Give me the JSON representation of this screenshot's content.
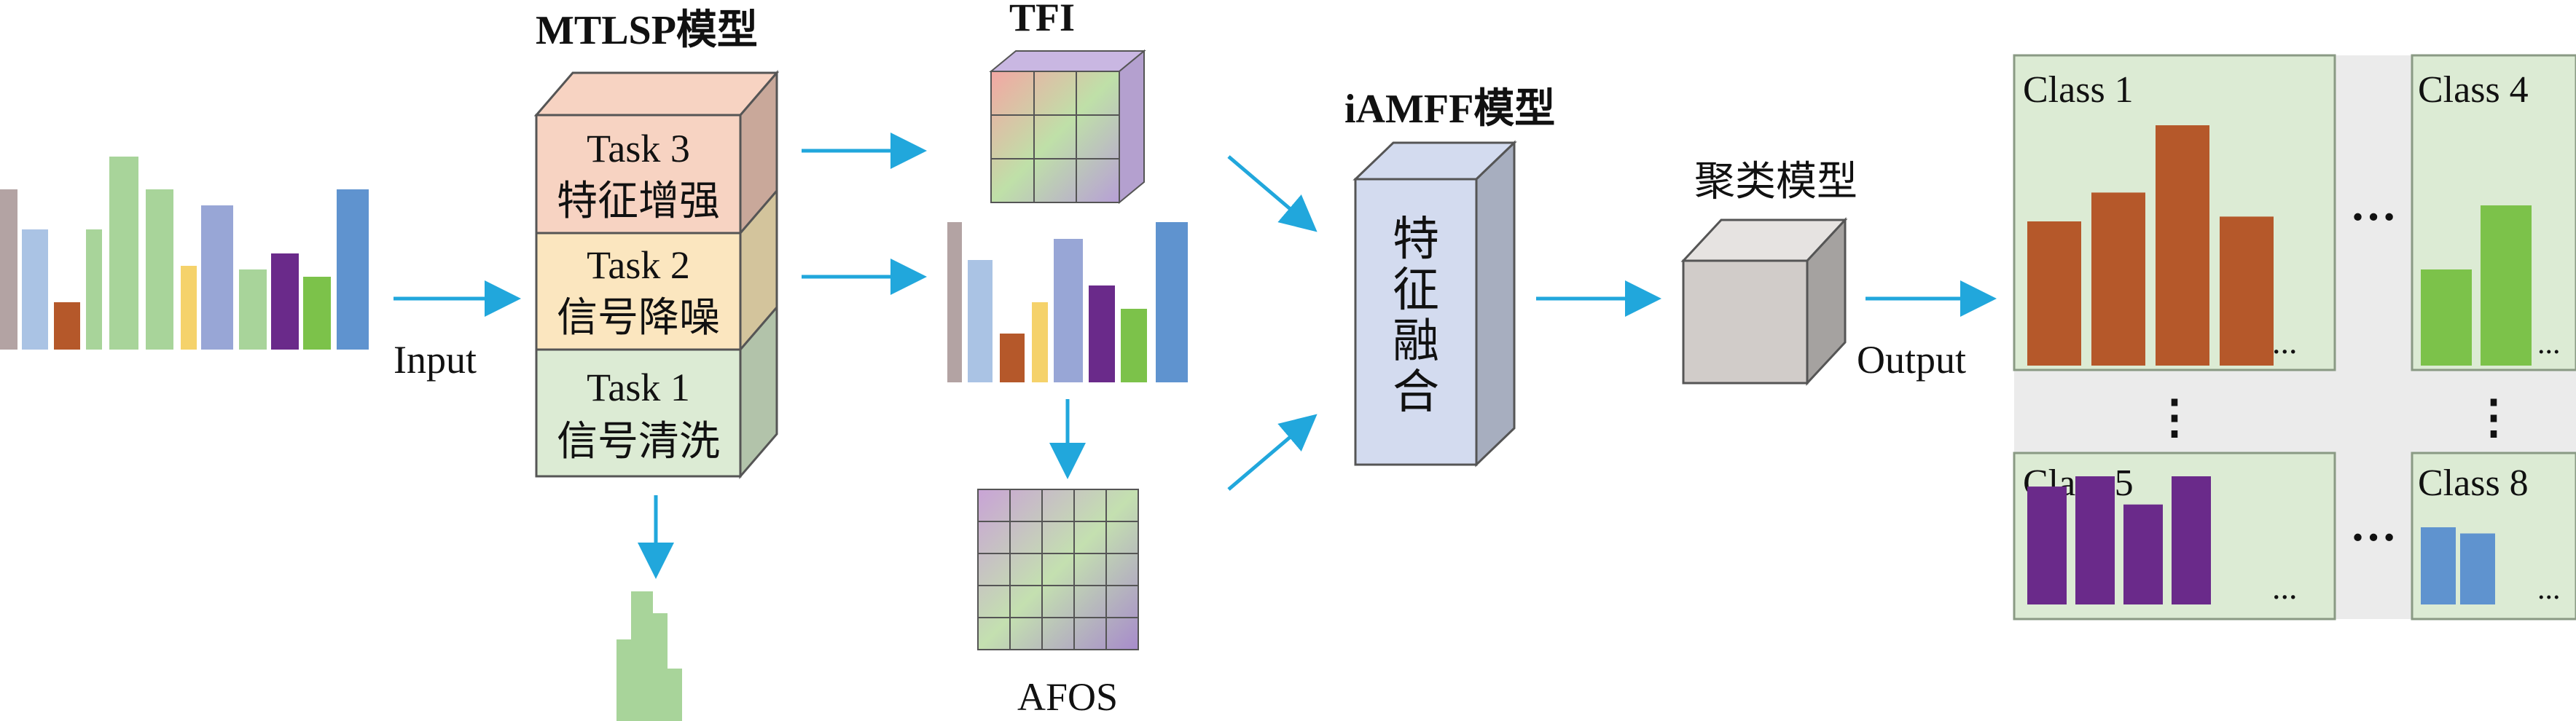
{
  "labels": {
    "mtlsp_title": "MTLSP模型",
    "tfi_title": "TFI",
    "afos_title": "AFOS",
    "iamff_title": "iAMFF模型",
    "cluster_title": "聚类模型",
    "input": "Input",
    "output": "Output",
    "fusion_chars": [
      "特",
      "征",
      "融",
      "合"
    ]
  },
  "tasks": [
    {
      "title": "Task 3",
      "name": "特征增强",
      "color": "#f7d3c2",
      "side": "#c9a89a"
    },
    {
      "title": "Task 2",
      "name": "信号降噪",
      "color": "#fbe6bf",
      "side": "#d3c49c"
    },
    {
      "title": "Task 1",
      "name": "信号清洗",
      "color": "#dcebd4",
      "side": "#b2c3aa"
    }
  ],
  "classes": [
    {
      "label": "Class 1",
      "color": "#b5582a",
      "values": [
        60,
        72,
        100,
        62
      ]
    },
    {
      "label": "Class 4",
      "color": "#7cc24a",
      "values": [
        60,
        100
      ]
    },
    {
      "label": "Class 5",
      "color": "#6a2a8a",
      "values": [
        92,
        100,
        78,
        100
      ]
    },
    {
      "label": "Class 8",
      "color": "#5f93cf",
      "values": [
        100,
        92
      ]
    }
  ],
  "ellipsis": {
    "h": "…",
    "v": "⋮",
    "dots": "..."
  },
  "colors": {
    "arrow": "#21a7dc",
    "panel": "#dcebd4",
    "gap": "#ebebeb"
  }
}
